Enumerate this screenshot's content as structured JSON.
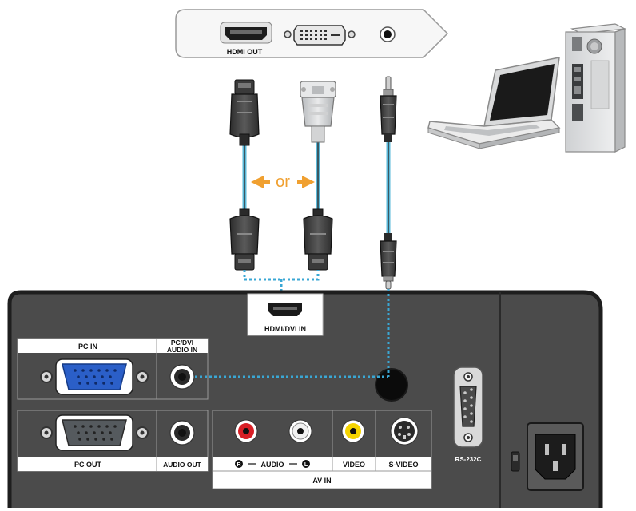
{
  "source_card": {
    "hdmi_out_label": "HDMI OUT"
  },
  "cable_selector": {
    "or_text": "or"
  },
  "projector_panel": {
    "hdmi_dvi_in_label": "HDMI/DVI IN",
    "pc_in_label": "PC IN",
    "pc_dvi_audio_in_line1": "PC/DVI",
    "pc_dvi_audio_in_line2": "AUDIO IN",
    "pc_out_label": "PC OUT",
    "audio_out_label": "AUDIO OUT",
    "audio_label": "AUDIO",
    "audio_right_badge": "R",
    "audio_left_badge": "L",
    "video_label": "VIDEO",
    "s_video_label": "S-VIDEO",
    "av_in_label": "AV IN",
    "rs232c_label": "RS-232C"
  },
  "colors": {
    "cable_blue": "#5ab8d8",
    "dotted_link": "#3aa7d4",
    "arrow_orange": "#f0a030",
    "panel_dark": "#4b4b4b",
    "panel_border": "#1e1e1e",
    "vga_blue": "#2b5fc8",
    "rca_red": "#d81f26",
    "rca_white": "#f2f2f2",
    "rca_yellow": "#f5d400"
  },
  "icons": [
    "hdmi-port-icon",
    "dvi-port-icon",
    "audio-jack-icon",
    "laptop-icon",
    "desktop-tower-icon",
    "hdmi-plug-icon",
    "dvi-plug-icon",
    "audio-plug-icon",
    "vga-port-icon",
    "rca-jack-icon",
    "s-video-port-icon",
    "serial-port-icon",
    "power-socket-icon"
  ]
}
